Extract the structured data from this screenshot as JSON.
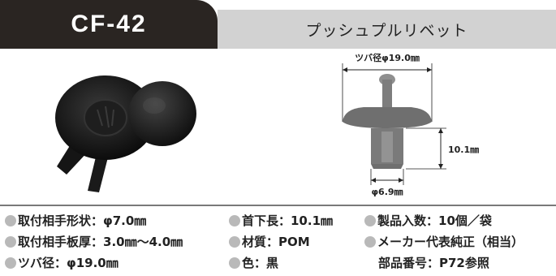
{
  "header": {
    "model": "CF-42",
    "product_name": "プッシュプルリベット"
  },
  "diagram": {
    "flange_dim": "ツバ径φ19.0㎜",
    "length_dim": "10.1㎜",
    "shaft_dim": "φ6.9㎜"
  },
  "specs": {
    "hole_shape": "取付相手形状：φ7.0㎜",
    "panel_thickness": "取付相手板厚：3.0㎜〜4.0㎜",
    "flange_diameter": "ツバ径：φ19.0㎜",
    "neck_length": "首下長：10.1㎜",
    "material": "材質：POM",
    "color": "色：黒",
    "quantity": "製品入数：10個／袋",
    "oem": "メーカー代表純正（相当）",
    "part_number": "部品番号：P72参照"
  }
}
